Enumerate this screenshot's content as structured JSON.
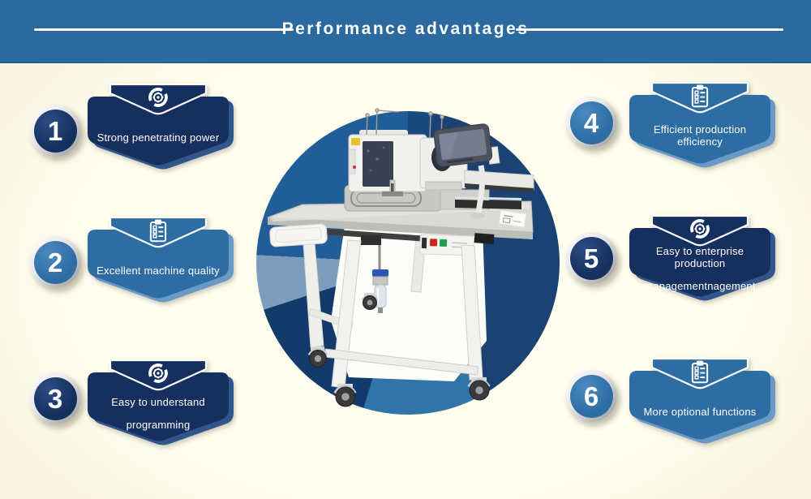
{
  "header": {
    "title": "Performance advantages"
  },
  "advantages": [
    {
      "number": "1",
      "line1": "Strong penetrating power",
      "line2": "",
      "icon": "gear-sync-icon",
      "variant": "navy"
    },
    {
      "number": "2",
      "line1": "Excellent machine quality",
      "line2": "",
      "icon": "clipboard-checklist-icon",
      "variant": "blue"
    },
    {
      "number": "3",
      "line1": "Easy to understand",
      "line2": "programming",
      "icon": "gear-sync-icon",
      "variant": "navy"
    },
    {
      "number": "4",
      "line1": "Efficient production efficiency",
      "line2": "",
      "icon": "clipboard-checklist-icon",
      "variant": "blue"
    },
    {
      "number": "5",
      "line1": "Easy to enterprise production",
      "line2": "managementnagement",
      "icon": "gear-sync-icon",
      "variant": "navy"
    },
    {
      "number": "6",
      "line1": "More optional functions",
      "line2": "",
      "icon": "clipboard-checklist-icon",
      "variant": "blue"
    }
  ],
  "center_image": {
    "alt": "industrial-pattern-sewing-machine-with-monitor"
  },
  "colors": {
    "header_bg": "#2a6a9e",
    "page_bg": "#fdfbe8",
    "title_color": "#ffffff",
    "banner_text": "#ffffff",
    "banner_navy": "#152f5e",
    "banner_navy_back": "#31568c",
    "banner_blue": "#2e6da4",
    "banner_blue_back": "#6b99c6",
    "circle_upper_left": "#215e98",
    "circle_top_sliver": "#174a7d",
    "circle_right": "#1a4273",
    "circle_bottom": "#3274a8",
    "circle_lower_left": "#123b6c",
    "circle_left_wedge": "#7e9cbb"
  }
}
